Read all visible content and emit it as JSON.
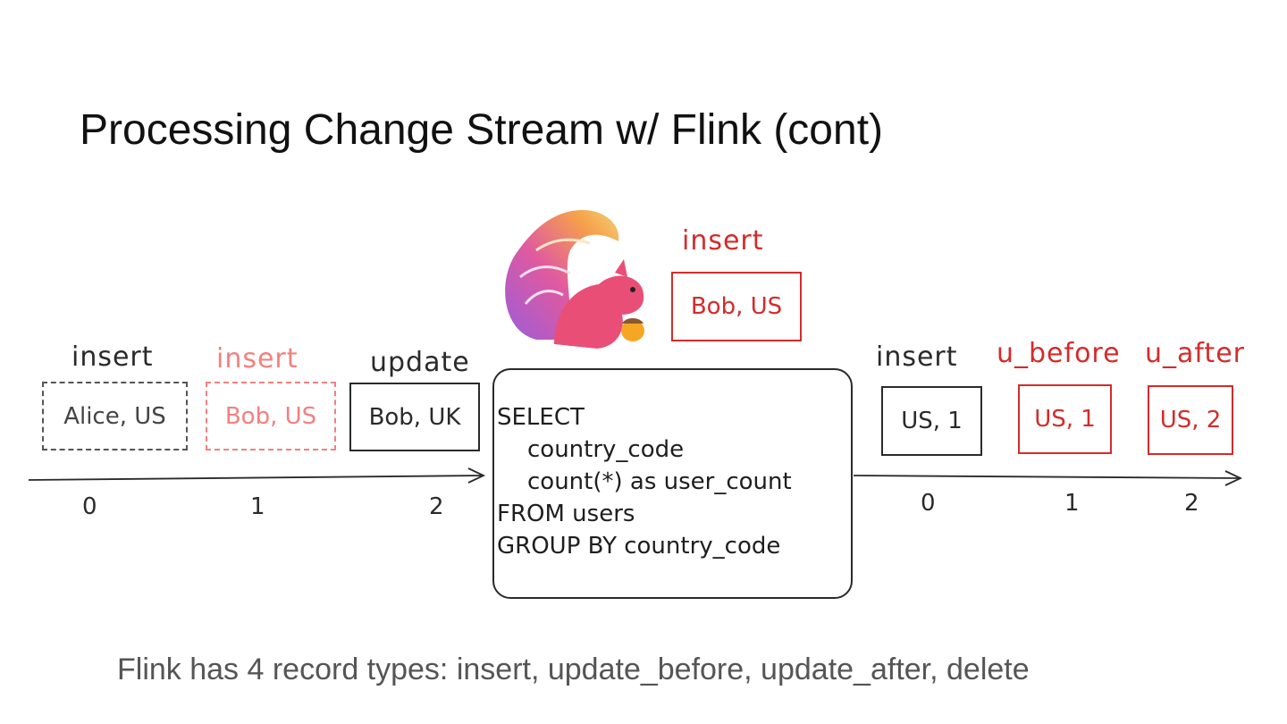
{
  "slide": {
    "title": "Processing Change Stream w/ Flink (cont)",
    "footer": "Flink has 4 record types: insert, update_before, update_after, delete"
  },
  "input_stream": {
    "records": [
      {
        "op": "insert",
        "value": "Alice, US",
        "offset": "0"
      },
      {
        "op": "insert",
        "value": "Bob, US",
        "offset": "1"
      },
      {
        "op": "update",
        "value": "Bob, UK",
        "offset": "2"
      }
    ]
  },
  "incoming": {
    "op": "insert",
    "value": "Bob, US"
  },
  "query": {
    "lines": [
      "SELECT",
      "country_code",
      "count(*) as user_count",
      "FROM users",
      "GROUP BY country_code"
    ]
  },
  "output_stream": {
    "records": [
      {
        "op": "insert",
        "value": "US, 1",
        "offset": "0"
      },
      {
        "op": "u_before",
        "value": "US, 1",
        "offset": "1"
      },
      {
        "op": "u_after",
        "value": "US, 2",
        "offset": "2"
      }
    ]
  },
  "colors": {
    "dark": "#2a2a2a",
    "red": "#d42b2b",
    "pink": "#f28080"
  },
  "icons": {
    "logo": "flink-squirrel-logo"
  }
}
